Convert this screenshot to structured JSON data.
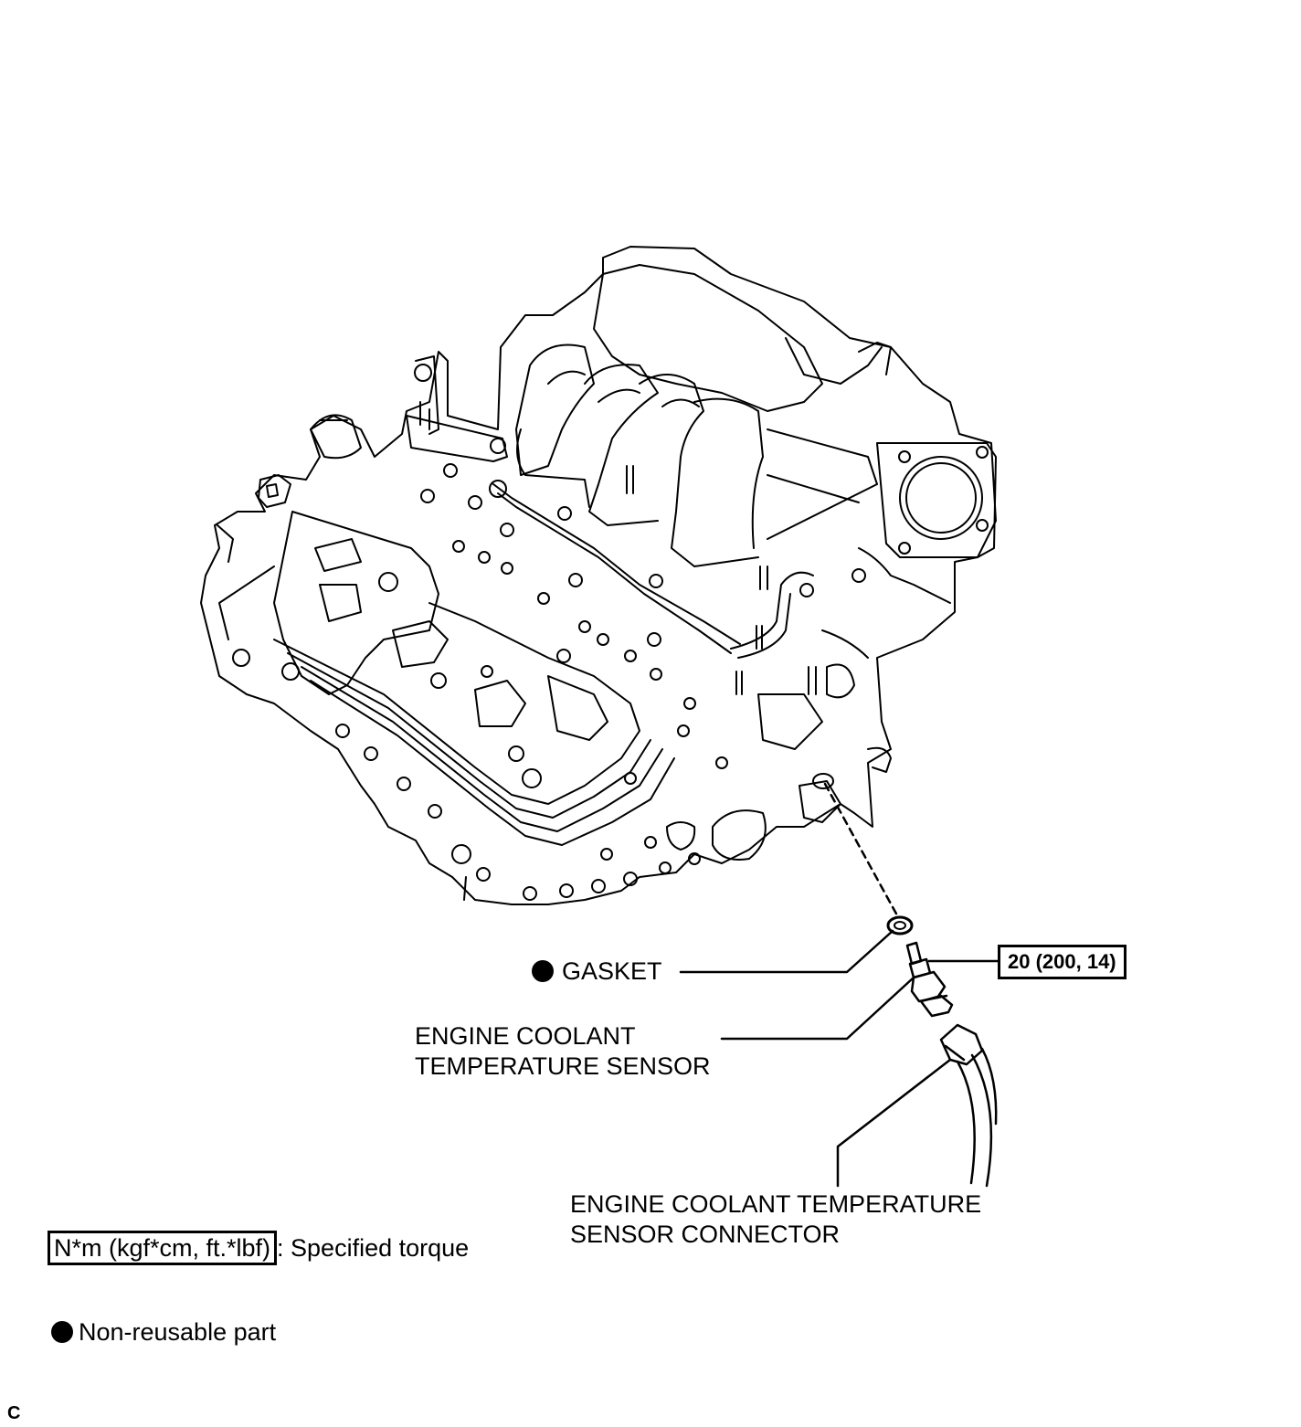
{
  "labels": {
    "gasket": "GASKET",
    "ect_sensor_line1": "ENGINE COOLANT",
    "ect_sensor_line2": "TEMPERATURE SENSOR",
    "connector_line1": "ENGINE COOLANT TEMPERATURE",
    "connector_line2": "SENSOR CONNECTOR"
  },
  "torque": {
    "sensor": "20 (200, 14)"
  },
  "legend": {
    "torque_units": "N*m (kgf*cm, ft.*lbf)",
    "torque_desc": ": Specified torque",
    "non_reusable": "Non-reusable part"
  },
  "corner_code": "C"
}
